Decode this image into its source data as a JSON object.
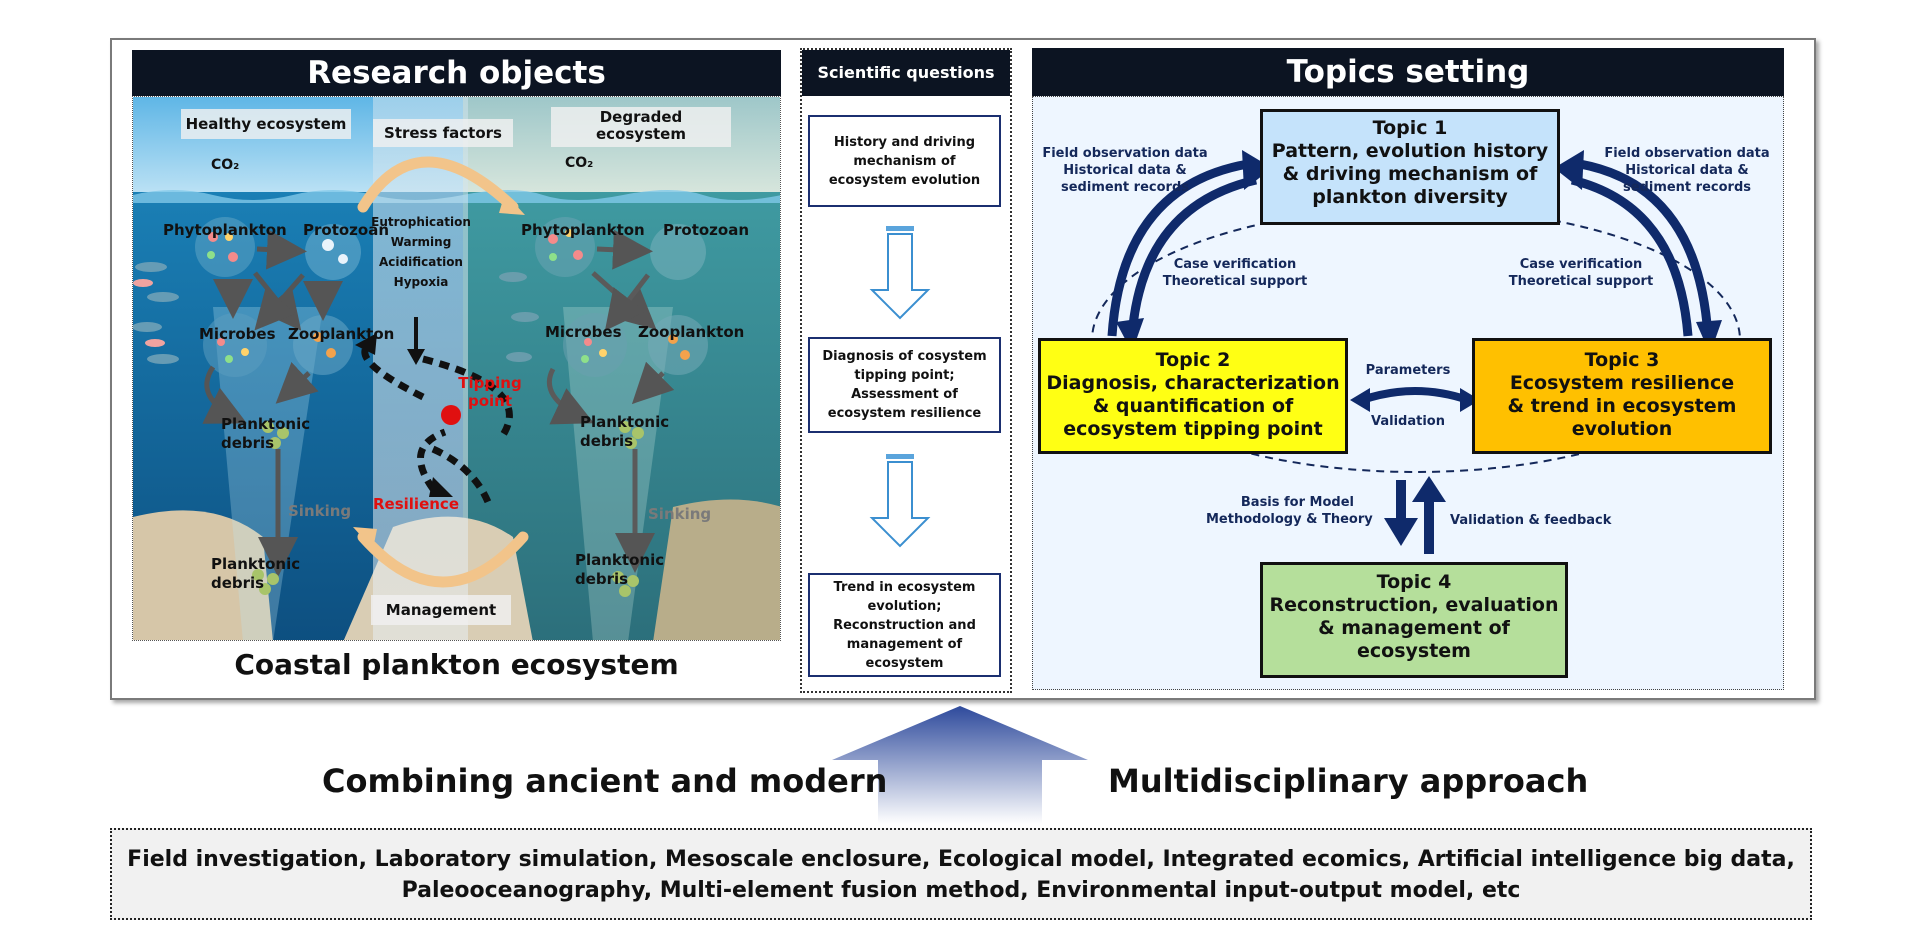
{
  "research": {
    "title": "Research objects",
    "caption": "Coastal plankton ecosystem",
    "tags": {
      "healthy": "Healthy ecosystem",
      "stress": "Stress factors",
      "degraded": "Degraded ecosystem",
      "management": "Management"
    },
    "co2": "CO₂",
    "stressors": [
      "Eutrophication",
      "Warming",
      "Acidification",
      "Hypoxia"
    ],
    "organisms": {
      "phytoplankton": "Phytoplankton",
      "protozoan": "Protozoan",
      "microbes": "Microbes",
      "zooplankton": "Zooplankton",
      "debris_line1": "Planktonic",
      "debris_line2": "debris",
      "sinking": "Sinking"
    },
    "tipping_line1": "Tipping",
    "tipping_line2": "point",
    "resilience": "Resilience"
  },
  "questions": {
    "title": "Scientific questions",
    "items": [
      {
        "lines": [
          "History and driving",
          "mechanism of",
          "ecosystem evolution"
        ]
      },
      {
        "lines": [
          "Diagnosis of cosystem",
          "tipping point;",
          "Assessment of",
          "ecosystem resilience"
        ]
      },
      {
        "lines": [
          "Trend in ecosystem",
          "evolution;",
          "Reconstruction and",
          "management of",
          "ecosystem"
        ]
      }
    ]
  },
  "topics": {
    "title": "Topics setting",
    "topic1": [
      "Topic 1",
      "Pattern, evolution history",
      "& driving mechanism of",
      "plankton diversity"
    ],
    "topic2": [
      "Topic 2",
      "Diagnosis, characterization",
      "& quantification of",
      "ecosystem tipping point"
    ],
    "topic3": [
      "Topic 3",
      "Ecosystem resilience",
      "& trend in ecosystem",
      "evolution"
    ],
    "topic4": [
      "Topic 4",
      "Reconstruction, evaluation",
      "& management of",
      "ecosystem"
    ],
    "colors": {
      "topic1": "#c5e3fb",
      "topic2": "#ffff14",
      "topic3": "#ffc000",
      "topic4": "#b5df9b",
      "arrow": "#0f2a6b"
    },
    "field_left": [
      "Field observation data",
      "Historical data &",
      "sediment records"
    ],
    "field_right": [
      "Field observation data",
      "Historical data &",
      "sediment records"
    ],
    "case_left": [
      "Case verification",
      "Theoretical support"
    ],
    "case_right": [
      "Case verification",
      "Theoretical support"
    ],
    "parameters": "Parameters",
    "validation": "Validation",
    "basis": [
      "Basis for Model",
      "Methodology & Theory"
    ],
    "feedback": "Validation & feedback"
  },
  "bottom": {
    "left": "Combining ancient and modern",
    "right": "Multidisciplinary approach",
    "methods_line1": "Field investigation, Laboratory simulation, Mesoscale enclosure, Ecological model, Integrated ecomics, Artificial intelligence big data,",
    "methods_line2": "Paleooceanography, Multi-element fusion method, Environmental input-output model, etc"
  }
}
